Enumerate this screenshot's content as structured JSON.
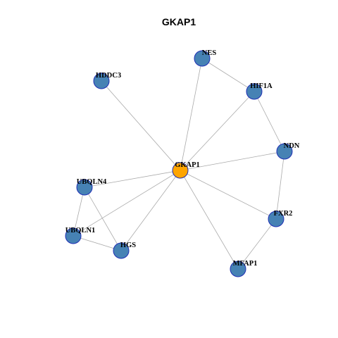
{
  "title": "GKAP1",
  "colors": {
    "center_node": "#ffa500",
    "neighbor_node": "#4682b4",
    "node_border": "#1f2fb5",
    "edge": "#aaaaaa"
  },
  "nodes": [
    {
      "id": "GKAP1",
      "label": "GKAP1",
      "role": "center"
    },
    {
      "id": "NES",
      "label": "NES",
      "role": "neighbor"
    },
    {
      "id": "HIF1A",
      "label": "HIF1A",
      "role": "neighbor"
    },
    {
      "id": "HDDC3",
      "label": "HDDC3",
      "role": "neighbor"
    },
    {
      "id": "NDN",
      "label": "NDN",
      "role": "neighbor"
    },
    {
      "id": "UBQLN4",
      "label": "UBQLN4",
      "role": "neighbor"
    },
    {
      "id": "UBQLN1",
      "label": "UBQLN1",
      "role": "neighbor"
    },
    {
      "id": "HGS",
      "label": "HGS",
      "role": "neighbor"
    },
    {
      "id": "FXR2",
      "label": "FXR2",
      "role": "neighbor"
    },
    {
      "id": "MFAP1",
      "label": "MFAP1",
      "role": "neighbor"
    }
  ],
  "edges": [
    [
      "GKAP1",
      "NES"
    ],
    [
      "GKAP1",
      "HIF1A"
    ],
    [
      "GKAP1",
      "HDDC3"
    ],
    [
      "GKAP1",
      "NDN"
    ],
    [
      "GKAP1",
      "UBQLN4"
    ],
    [
      "GKAP1",
      "UBQLN1"
    ],
    [
      "GKAP1",
      "HGS"
    ],
    [
      "GKAP1",
      "FXR2"
    ],
    [
      "GKAP1",
      "MFAP1"
    ],
    [
      "NES",
      "HIF1A"
    ],
    [
      "HIF1A",
      "NDN"
    ],
    [
      "NDN",
      "FXR2"
    ],
    [
      "FXR2",
      "MFAP1"
    ],
    [
      "UBQLN4",
      "UBQLN1"
    ],
    [
      "UBQLN4",
      "HGS"
    ],
    [
      "UBQLN1",
      "HGS"
    ]
  ]
}
